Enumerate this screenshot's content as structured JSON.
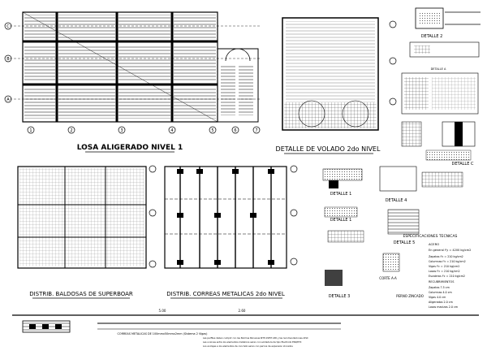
{
  "sheet": {
    "titles": {
      "losa": "LOSA ALIGERADO NIVEL 1",
      "volado": "DETALLE DE VOLADO 2do NIVEL",
      "baldosas": "DISTRIB. BALDOSAS DE SUPERBOAR",
      "correas": "DISTRIB. CORREAS METALICAS 2do NIVEL",
      "correas_metalicas": "CORREAS METALICAS DE 100mmx50mmx2mm (Sistema 2 Vigas)"
    },
    "details": {
      "detalle_2": "DETALLE 2",
      "detalle_a": "DETALLE A",
      "detalle_c": "DETALLE C",
      "detalle_1": "DETALLE 1",
      "detalle_4": "DETALLE 4",
      "detalle_1b": "DETALLE 1",
      "detalle_5": "DETALLE 5",
      "detalle_3": "DETALLE 3",
      "corte_aa": "CORTE A-A",
      "perno": "PERNO ZINCADO"
    },
    "specs": {
      "heading": "ESPECIFICACIONES TECNICAS",
      "concreto": "ACERO",
      "fc_general": "En general  f'y = 4200 kg/cm2",
      "lines": [
        "Zapatas        f'c = 210 kg/cm2",
        "Columnas      f'c = 210 kg/cm2",
        "Vigas           f'c = 210 kg/cm2",
        "Losas           f'c = 210 kg/cm2",
        "Escaleras      f'c = 210 kg/cm2",
        "RECUBRIMIENTOS",
        "Zapatas           7.5 cm",
        "Columnas          4.0 cm",
        "Vigas               4.0 cm",
        "Aligerados        2.0 cm",
        "Losas macizas   2.0 cm"
      ]
    },
    "axes_letters": [
      "C",
      "B",
      "A"
    ],
    "axes_numbers": [
      "1",
      "2",
      "3",
      "4",
      "5",
      "6",
      "7"
    ],
    "notes": [
      "Las perfiles deben cumplir con las Normas Peruanas NTP ASTM A36 y las recomendaciones AISC",
      "Las uniones entre los elementos metalicos seran con soldadura de tipo Electrodo E60/E70",
      "Los anclajes a los elementos de concreto seran con pernos de expansion zincados"
    ],
    "dim_labels": [
      "5.00",
      "2.60"
    ]
  }
}
